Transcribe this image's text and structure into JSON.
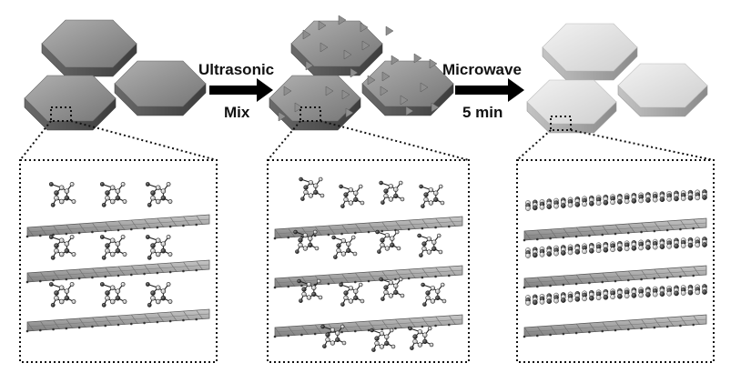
{
  "process": {
    "step1": {
      "label_top": "Ultrasonic",
      "label_bottom": "Mix"
    },
    "step2": {
      "label_top": "Microwave",
      "label_bottom": "5 min"
    }
  },
  "colors": {
    "plate_top_start": "#a9a9a9",
    "plate_top_end": "#7a7a7a",
    "plate_side": "#5a5a5a",
    "plate_light_top": "#e8e8e8",
    "plate_light_side": "#a8a8a8",
    "arrow": "#000000",
    "triangle": "#8e8e8e",
    "layer": "#9c9c9c",
    "zoom_line": "#111111"
  },
  "panels": [
    {
      "name": "stage-initial",
      "intercalant": "molecule",
      "layer_count": 3
    },
    {
      "name": "stage-mixed",
      "intercalant": "dense-molecule",
      "layer_count": 3
    },
    {
      "name": "stage-microwaved",
      "intercalant": "carbon-sheet",
      "layer_count": 3
    }
  ]
}
